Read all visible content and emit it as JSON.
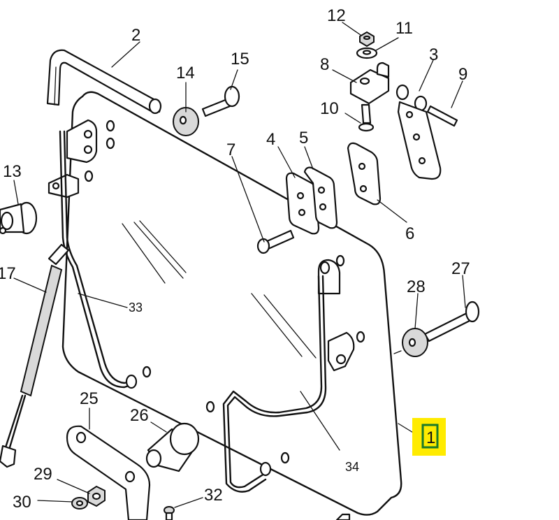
{
  "diagram": {
    "labels": {
      "l1": "1",
      "l2": "2",
      "l3": "3",
      "l4": "4",
      "l5": "5",
      "l6": "6",
      "l7": "7",
      "l8": "8",
      "l9": "9",
      "l10": "10",
      "l11": "11",
      "l12": "12",
      "l13": "13",
      "l14": "14",
      "l15": "15",
      "l17": "17",
      "l25": "25",
      "l26": "26",
      "l27": "27",
      "l28": "28",
      "l29": "29",
      "l30": "30",
      "l32": "32",
      "l33": "33",
      "l34": "34"
    },
    "highlight": {
      "label": "1",
      "color": "#ffeb00",
      "box_color": "#1a7a2a"
    }
  }
}
